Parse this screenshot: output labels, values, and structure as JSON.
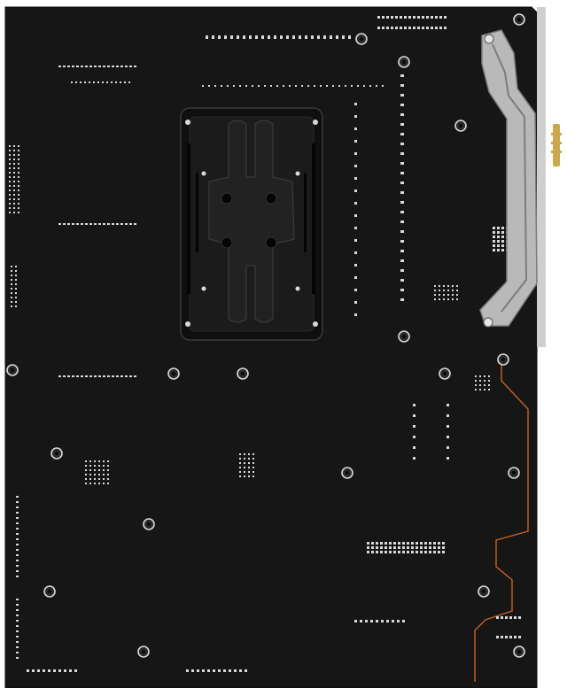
{
  "image": {
    "subject": "motherboard-rear-pcb",
    "colors": {
      "background": "#ffffff",
      "pcb": "#161616",
      "pcb_edge": "#0c0c0c",
      "pad": "#d9d9d9",
      "trace_accent": "#c8641e",
      "backplate": "#0f0f0f",
      "backplate_highlight": "#3a3a3a",
      "bracket": "#b9b9b9",
      "bracket_shadow": "#7c7c7c",
      "antenna": "#c9a94a",
      "io_shield": "#cfcfcf"
    },
    "icons": [
      "cpu-backplate",
      "mounting-hole",
      "wifi-antenna-connector",
      "m2-heatsink-bracket"
    ]
  }
}
